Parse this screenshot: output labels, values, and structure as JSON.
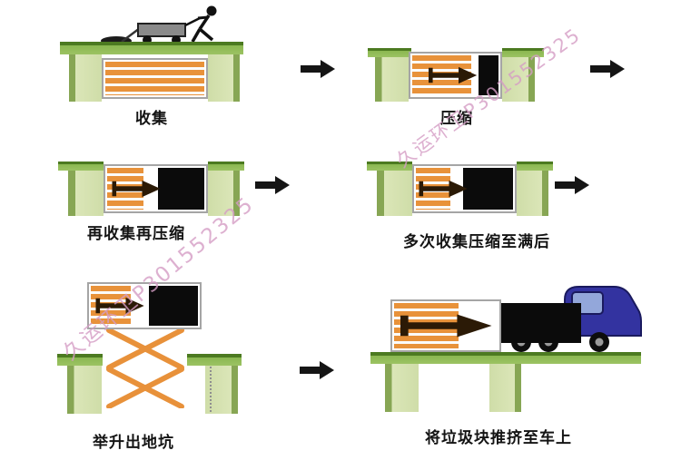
{
  "watermark": {
    "text": "久运环卫P301552325",
    "color": "#d59cc4"
  },
  "stages": [
    {
      "label": "收集"
    },
    {
      "label": "压缩"
    },
    {
      "label": "再收集再压缩"
    },
    {
      "label": "多次收集压缩至满后"
    },
    {
      "label": "举升出地坑"
    },
    {
      "label": "将垃圾块推挤至车上"
    }
  ],
  "colors": {
    "platform_green_dark": "#4c7a21",
    "platform_green": "#8ab750",
    "pit_wall_light": "#dbe6b8",
    "pit_wall_dark": "#87a654",
    "container_slat_orange": "#e8923a",
    "compressed_waste_black": "#0b0b0b",
    "ram_arrow_brown": "#2b1a06",
    "scissor_lift_orange": "#e8913a",
    "truck_blue": "#3333a0",
    "truck_window_blue": "#93a7da",
    "flow_arrow_black": "#151515",
    "watermark_pink": "#d59cc4"
  }
}
